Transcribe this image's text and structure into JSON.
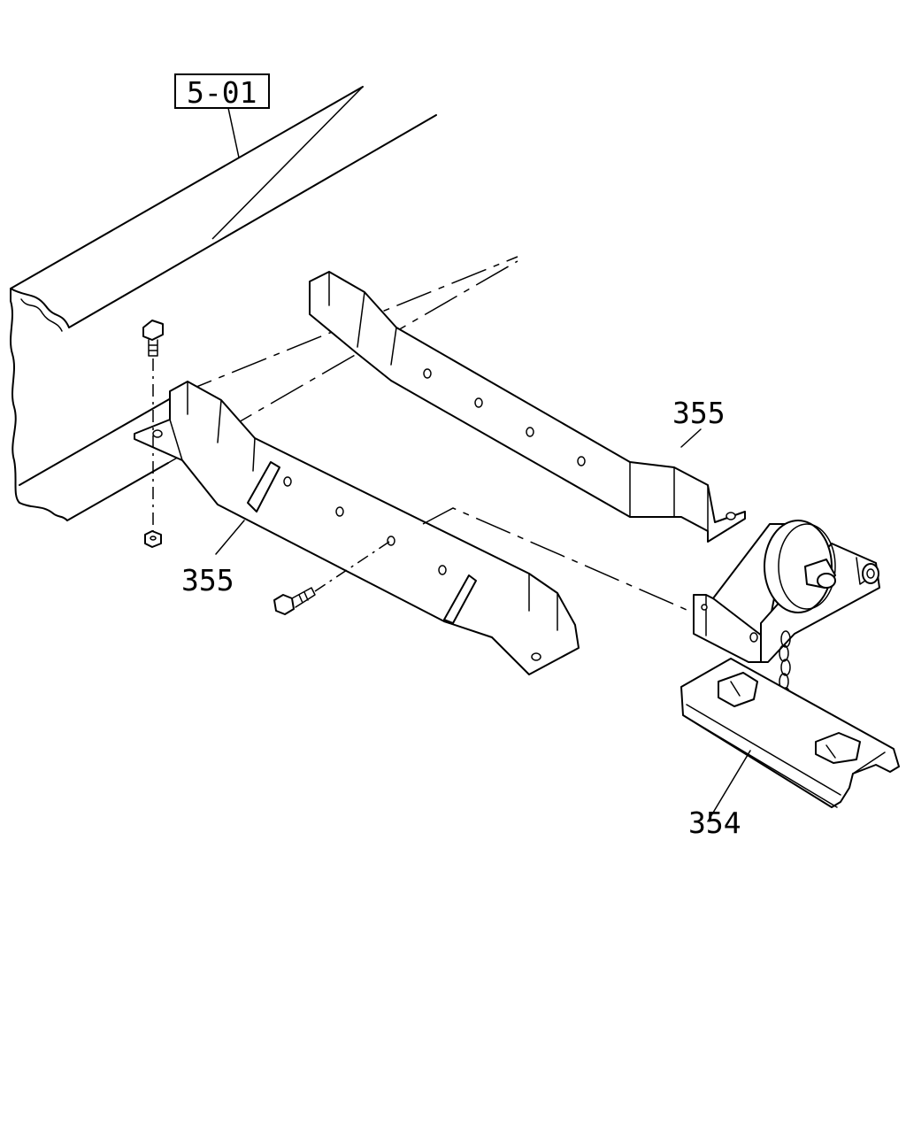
{
  "callouts": {
    "frame_ref": "5-01",
    "bracket_rear": "355",
    "bracket_front": "355",
    "tire_carrier": "354"
  }
}
